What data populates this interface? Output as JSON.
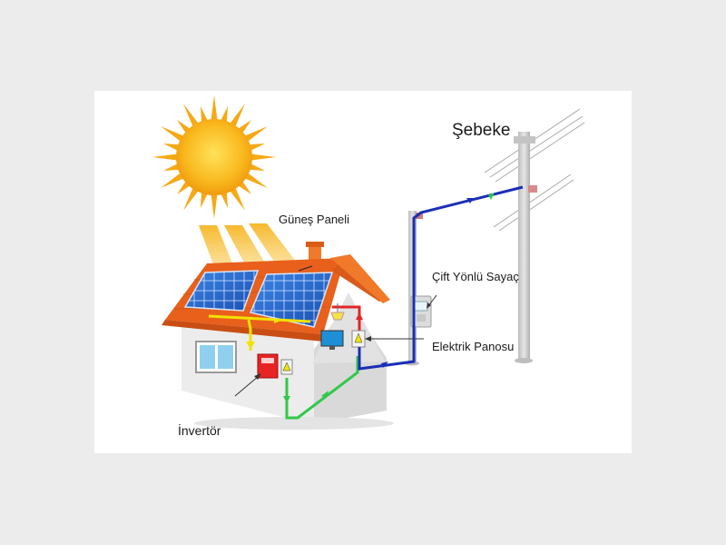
{
  "labels": {
    "grid": "Şebeke",
    "solar_panel": "Güneş Paneli",
    "bidirectional_meter": "Çift Yönlü Sayaç",
    "electric_panel": "Elektrik Panosu",
    "inverter": "İnvertör"
  },
  "colors": {
    "sun": "#f7b21b",
    "roof": "#e8601c",
    "panel": "#1f63c6",
    "house_wall": "#ececec",
    "dc_line": "#f2e200",
    "ac_line": "#32c84a",
    "grid_line": "#1a2fb5",
    "house_feed_line": "#e12626",
    "pole": "#d2d2d2"
  },
  "icons": {
    "sun": "sun-icon",
    "meter": "meter-icon",
    "inverter": "inverter-icon",
    "electric_panel": "fuse-box-icon"
  }
}
